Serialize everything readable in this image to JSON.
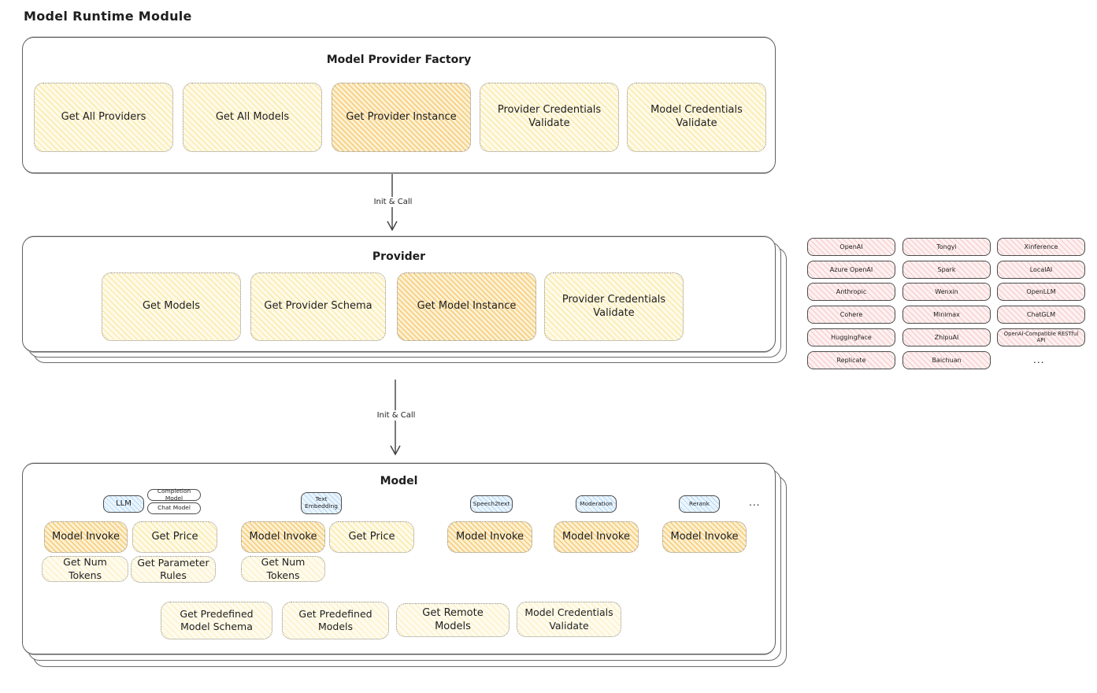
{
  "page": {
    "title": "Model Runtime Module"
  },
  "colors": {
    "ink": "#1e1e1e",
    "yellow_hatch": "#f6e081",
    "orange_hatch": "#f3b242",
    "pink_hatch": "#f3a7aa",
    "blue_hatch": "#93c8f1",
    "border_gray": "#5f5f5f"
  },
  "factory": {
    "title": "Model Provider Factory",
    "boxes": [
      {
        "label": "Get All Providers"
      },
      {
        "label": "Get All Models"
      },
      {
        "label": "Get Provider Instance"
      },
      {
        "label": "Provider Credentials Validate"
      },
      {
        "label": "Model Credentials Validate"
      }
    ]
  },
  "arrow1": {
    "label": "Init & Call"
  },
  "arrow2": {
    "label": "Init & Call"
  },
  "provider": {
    "title": "Provider",
    "boxes": [
      {
        "label": "Get Models"
      },
      {
        "label": "Get Provider Schema"
      },
      {
        "label": "Get Model Instance"
      },
      {
        "label": "Provider Credentials Validate"
      }
    ]
  },
  "providers_grid": {
    "items": [
      "OpenAI",
      "Tongyi",
      "Xinference",
      "Azure OpenAI",
      "Spark",
      "LocalAI",
      "Anthropic",
      "Wenxin",
      "OpenLLM",
      "Cohere",
      "Minimax",
      "ChatGLM",
      "HuggingFace",
      "ZhipuAI",
      "OpenAI-Compatible RESTful API",
      "Replicate",
      "Baichuan",
      "..."
    ]
  },
  "model": {
    "title": "Model",
    "tabs": [
      {
        "label": "LLM"
      },
      {
        "label": "Completion Model"
      },
      {
        "label": "Chat Model"
      },
      {
        "label": "Text Embedding"
      },
      {
        "label": "Speech2text"
      },
      {
        "label": "Moderation"
      },
      {
        "label": "Rerank"
      },
      {
        "label": "..."
      }
    ],
    "row1": [
      "Model Invoke",
      "Get Price",
      "Model Invoke",
      "Get Price",
      "Model Invoke",
      "Model Invoke",
      "Model Invoke"
    ],
    "row2": [
      "Get Num Tokens",
      "Get Parameter Rules",
      "Get Num Tokens"
    ],
    "row3": [
      "Get Predefined Model Schema",
      "Get Predefined Models",
      "Get Remote Models",
      "Model Credentials Validate"
    ]
  }
}
